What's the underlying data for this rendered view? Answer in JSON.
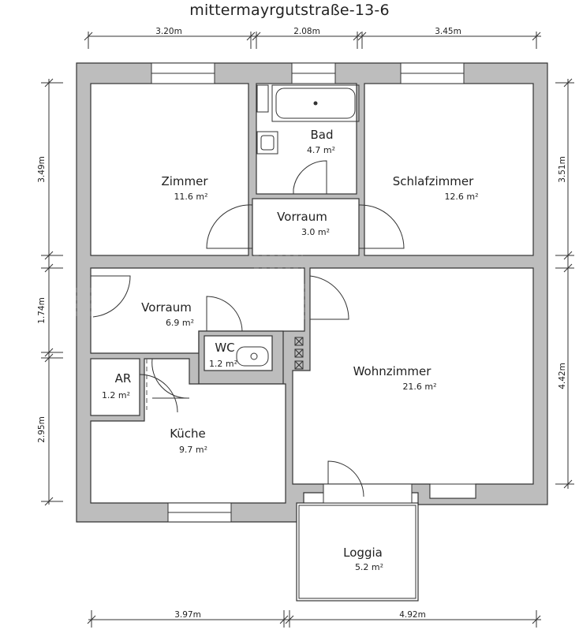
{
  "title": "mittermayrgutstraße-13-6",
  "rooms": {
    "zimmer": {
      "name": "Zimmer",
      "area": "11.6 m²"
    },
    "bad": {
      "name": "Bad",
      "area": "4.7 m²"
    },
    "schlafzimmer": {
      "name": "Schlafzimmer",
      "area": "12.6 m²"
    },
    "vorraum_upper": {
      "name": "Vorraum",
      "area": "3.0 m²"
    },
    "vorraum_lower": {
      "name": "Vorraum",
      "area": "6.9 m²"
    },
    "wc": {
      "name": "WC",
      "area": "1.2 m²"
    },
    "ar": {
      "name": "AR",
      "area": "1.2 m²"
    },
    "kueche": {
      "name": "Küche",
      "area": "9.7 m²"
    },
    "wohnzimmer": {
      "name": "Wohnzimmer",
      "area": "21.6 m²"
    },
    "loggia": {
      "name": "Loggia",
      "area": "5.2 m²"
    }
  },
  "dimensions": {
    "top": [
      "3.20m",
      "2.08m",
      "3.45m"
    ],
    "bottom": [
      "3.97m",
      "4.92m"
    ],
    "left": [
      "3.49m",
      "1.74m",
      "2.95m"
    ],
    "right": [
      "3.51m",
      "4.42m"
    ]
  }
}
